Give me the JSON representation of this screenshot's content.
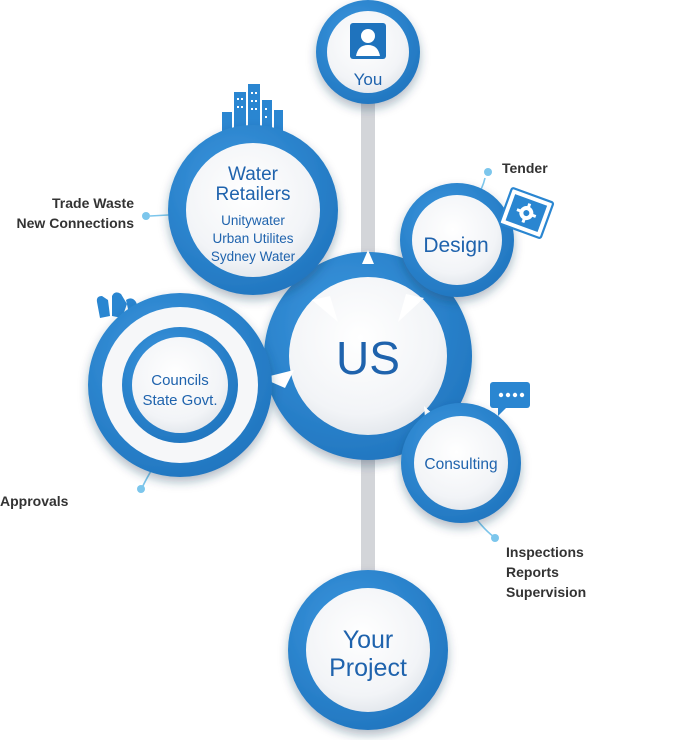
{
  "nodes": {
    "you": {
      "label": "You"
    },
    "water_retailers": {
      "title_line1": "Water",
      "title_line2": "Retailers",
      "members": [
        "Unitywater",
        "Urban Utilites",
        "Sydney Water"
      ]
    },
    "design": {
      "label": "Design"
    },
    "us": {
      "label": "US"
    },
    "councils": {
      "line1": "Councils",
      "line2": "State Govt."
    },
    "consulting": {
      "label": "Consulting"
    },
    "your_project": {
      "line1": "Your",
      "line2": "Project"
    }
  },
  "labels": {
    "trade_waste": [
      "Trade Waste",
      "New Connections"
    ],
    "tender": "Tender",
    "approvals": "Approvals",
    "inspections": [
      "Inspections",
      "Reports",
      "Supervision"
    ]
  },
  "colors": {
    "brand_blue": "#2a86d1",
    "text_blue": "#1f63ad",
    "accent_cyan": "#2ab0e6",
    "connector_gray": "#d3d5d9",
    "label_dark": "#333333"
  }
}
